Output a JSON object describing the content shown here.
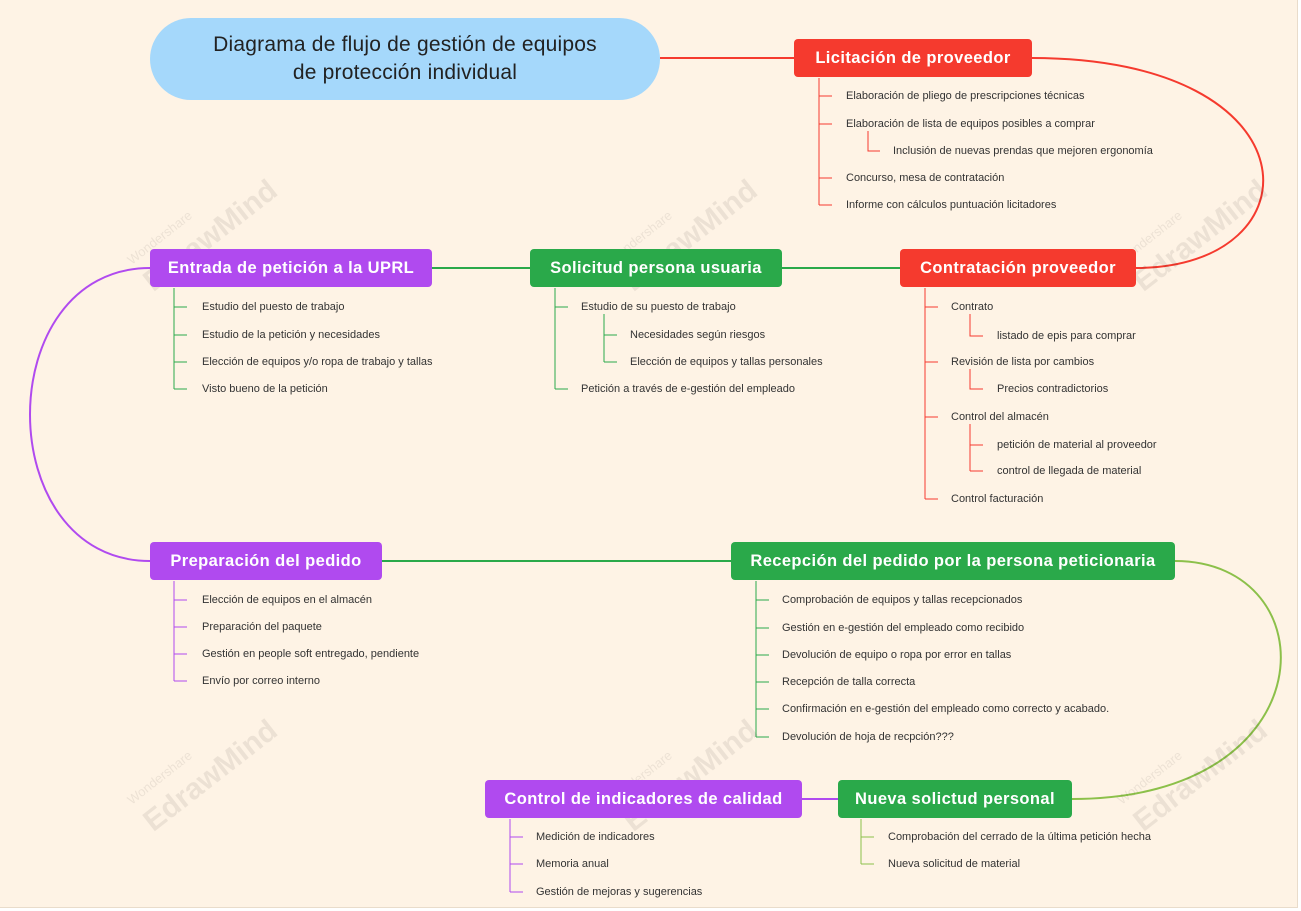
{
  "title": {
    "line1": "Diagrama de flujo de gestión de equipos",
    "line2": "de protección individual"
  },
  "watermark": {
    "brand": "EdrawMind",
    "maker": "Wondershare"
  },
  "colors": {
    "red": "#f53a2e",
    "green": "#2aa94a",
    "purple": "#b04aef",
    "olive": "#8cc04a",
    "title_bg": "#a5d8fb",
    "canvas_bg": "#fef3e5"
  },
  "topics": {
    "licitacion": {
      "label": "Licitación de proveedor",
      "items": [
        "Elaboración de pliego de prescripciones técnicas",
        "Elaboración de lista de equipos posibles a comprar",
        "Inclusión de nuevas prendas que mejoren ergonomía",
        "Concurso, mesa de contratación",
        "Informe con cálculos puntuación licitadores"
      ]
    },
    "contratacion": {
      "label": "Contratación proveedor",
      "items": [
        "Contrato",
        "listado de epis para comprar",
        "Revisión de lista por cambios",
        "Precios contradictorios",
        "Control del almacén",
        "petición de material al proveedor",
        "control de llegada de material",
        "Control facturación"
      ]
    },
    "solicitud": {
      "label": "Solicitud persona usuaria",
      "items": [
        "Estudio de su puesto de trabajo",
        "Necesidades según riesgos",
        "Elección de equipos y tallas personales",
        "Petición a través de e-gestión del empleado"
      ]
    },
    "entrada": {
      "label": "Entrada de petición a la UPRL",
      "items": [
        "Estudio del puesto de trabajo",
        "Estudio de la petición y necesidades",
        "Elección de equipos y/o ropa de trabajo y tallas",
        "Visto bueno de la petición"
      ]
    },
    "preparacion": {
      "label": "Preparación del pedido",
      "items": [
        "Elección de equipos en el almacén",
        "Preparación del paquete",
        "Gestión en people soft entregado, pendiente",
        "Envío por correo interno"
      ]
    },
    "recepcion": {
      "label": "Recepción del pedido por la persona peticionaria",
      "items": [
        "Comprobación de equipos y tallas recepcionados",
        "Gestión en e-gestión del empleado como recibido",
        "Devolución de equipo o ropa por error en tallas",
        "Recepción de talla correcta",
        "Confirmación en e-gestión del empleado como correcto y acabado.",
        "Devolución de hoja de recpción???"
      ]
    },
    "nueva": {
      "label": "Nueva solictud personal",
      "items": [
        "Comprobación del cerrado de la última petición hecha",
        "Nueva solicitud de material"
      ]
    },
    "control": {
      "label": "Control de indicadores de calidad",
      "items": [
        "Medición de indicadores",
        "Memoria anual",
        "Gestión de mejoras y sugerencias"
      ]
    }
  }
}
